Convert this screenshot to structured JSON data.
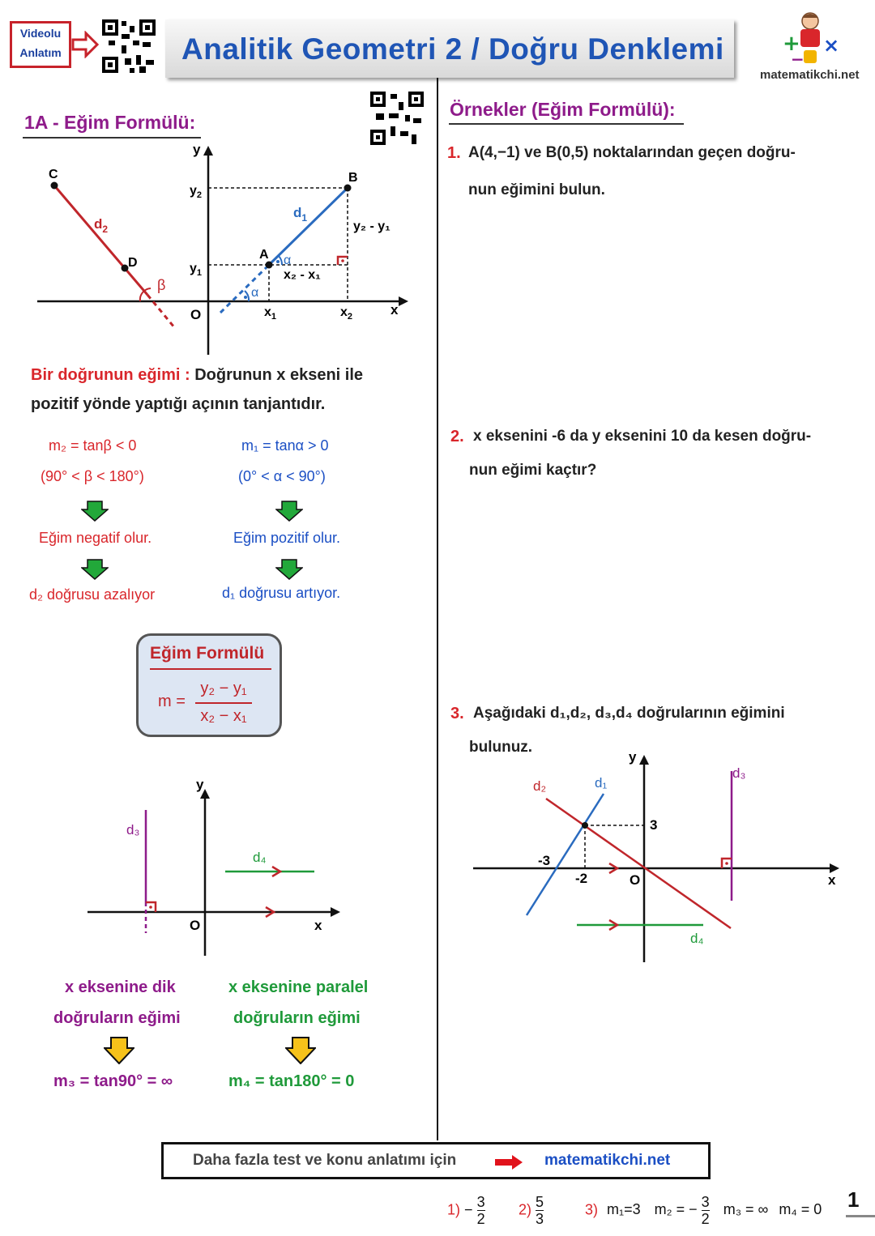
{
  "header": {
    "video_badge": [
      "Videolu",
      "Anlatım"
    ],
    "title": "Analitik Geometri 2 / Doğru Denklemi",
    "brand": "matematikchi.net"
  },
  "left": {
    "section_title": "1A - Eğim Formülü:",
    "diagram1": {
      "axis_x": "x",
      "axis_y": "y",
      "origin": "O",
      "points": [
        "C",
        "D",
        "A",
        "B"
      ],
      "lines": [
        "d",
        "d"
      ],
      "line_subs": [
        "2",
        "1"
      ],
      "y2": "y",
      "y2_sub": "2",
      "y1": "y",
      "y1_sub": "1",
      "x1": "x",
      "x1_sub": "1",
      "x2": "x",
      "x2_sub": "2",
      "dy": "y₂ - y₁",
      "dx": "x₂ - x₁",
      "alpha": "α",
      "beta": "β"
    },
    "definition_lead": "Bir doğrunun eğimi :",
    "definition_rest": " Doğrunun x ekseni ile",
    "definition_line2": "pozitif yönde yaptığı açının tanjantıdır.",
    "m2_formula": "m₂ = tanβ < 0",
    "m2_range": "(90° < β < 180°)",
    "m1_formula": "m₁ = tanα > 0",
    "m1_range": "(0° < α < 90°)",
    "negative": "Eğim negatif olur.",
    "positive": "Eğim pozitif olur.",
    "d2_decreasing": "d₂  doğrusu azalıyor",
    "d1_increasing": "d₁  doğrusu artıyor.",
    "formula_box": {
      "title": "Eğim Formülü",
      "lhs": "m =",
      "num": "y₂ − y₁",
      "den": "x₂ − x₁"
    },
    "diagram2": {
      "axis_x": "x",
      "axis_y": "y",
      "origin": "O",
      "d3": "d₃",
      "d4": "d₄"
    },
    "perp_line1": "x eksenine dik",
    "perp_line2": "doğruların eğimi",
    "par_line1": "x eksenine paralel",
    "par_line2": "doğruların eğimi",
    "m3": "m₃ = tan90° = ∞",
    "m4": "m₄ = tan180° = 0"
  },
  "right": {
    "section_title": "Örnekler (Eğim Formülü):",
    "q1_num": "1.",
    "q1_line1": "A(4,−1)  ve  B(0,5)  noktalarından geçen doğru-",
    "q1_line2": "nun eğimini bulun.",
    "q2_num": "2.",
    "q2_line1": "x eksenini -6 da y eksenini 10 da kesen doğru-",
    "q2_line2": "nun eğimi kaçtır?",
    "q3_num": "3.",
    "q3_line1": "Aşağıdaki d₁,d₂, d₃,d₄  doğrularının eğimini",
    "q3_line2": "bulunuz.",
    "diagram3": {
      "axis_x": "x",
      "axis_y": "y",
      "origin": "O",
      "d1": "d₁",
      "d2": "d₂",
      "d3": "d₃",
      "d4": "d₄",
      "tick_3": "3",
      "tick_m3": "-3",
      "tick_m2": "-2"
    }
  },
  "footer": {
    "text": "Daha fazla test ve konu anlatımı için",
    "link": "matematikchi.net"
  },
  "answers": {
    "a1_label": "1)",
    "a1_sign": "−",
    "a1_num": "3",
    "a1_den": "2",
    "a2_label": "2)",
    "a2_num": "5",
    "a2_den": "3",
    "a3_label": "3)",
    "a3_m1": "m₁=3",
    "a3_m2": "m₂ = −",
    "a3_m2_num": "3",
    "a3_m2_den": "2",
    "a3_m3": "m₃ = ∞",
    "a3_m4": "m₄ = 0"
  },
  "page_number": "1"
}
